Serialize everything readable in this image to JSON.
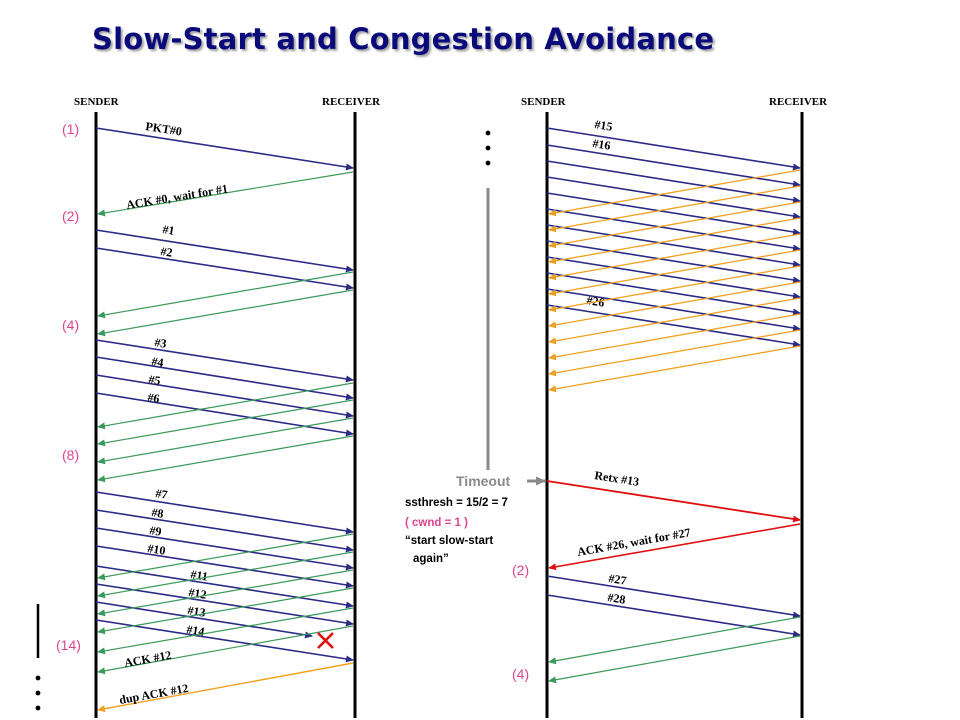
{
  "title": "Slow-Start and Congestion Avoidance",
  "colors": {
    "title": "#0a0a7a",
    "data_packet": "#2b2b86",
    "ack": "#3a9a5a",
    "dup_ack": "#f0a020",
    "retransmit": "#e01010",
    "lost_marker": "#e01010",
    "rtt_label": "#e0448c",
    "timeline": "#000000",
    "timeout": "#8a8a8a"
  },
  "left_panel": {
    "sender_label": "SENDER",
    "receiver_label": "RECEIVER",
    "rtt_labels": [
      "(1)",
      "(2)",
      "(4)",
      "(8)",
      "(14)"
    ],
    "packets": {
      "pkt0": "PKT#0",
      "ack0": "ACK #0,  wait for #1",
      "p1": "#1",
      "p2": "#2",
      "p3": "#3",
      "p4": "#4",
      "p5": "#5",
      "p6": "#6",
      "p7": "#7",
      "p8": "#8",
      "p9": "#9",
      "p10": "#10",
      "p11": "#11",
      "p12": "#12",
      "p13": "#13",
      "p14": "#14",
      "ack12": "ACK #12",
      "dupack12": "dup ACK #12"
    },
    "lost_marker": "x-mark"
  },
  "right_panel": {
    "sender_label": "SENDER",
    "receiver_label": "RECEIVER",
    "packets": {
      "p15": "#15",
      "p16": "#16",
      "p26": "#26",
      "retx13": "Retx #13",
      "ack26": "ACK #26, wait for #27",
      "p27": "#27",
      "p28": "#28"
    },
    "rtt_labels": [
      "(2)",
      "(4)"
    ],
    "timeout_label": "Timeout",
    "notes": {
      "ssthresh": "ssthresh = 15/2 = 7",
      "cwnd": "( cwnd = 1 )",
      "restart_line1": "“start slow-start",
      "restart_line2": "again”"
    }
  }
}
